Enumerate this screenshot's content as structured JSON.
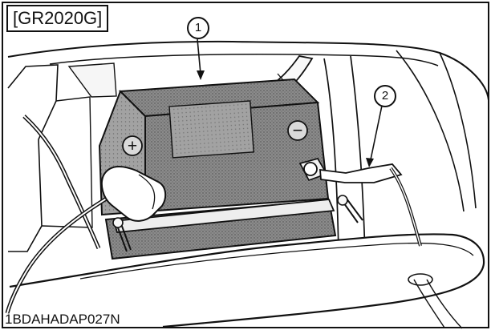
{
  "figure": {
    "model_label": "[GR2020G]",
    "figure_code": "1BDAHADAP027N"
  },
  "callouts": [
    {
      "number": "1",
      "part": "battery"
    },
    {
      "number": "2",
      "part": "negative cable"
    }
  ],
  "terminals": {
    "positive_symbol": "+",
    "negative_symbol": "−"
  },
  "colors": {
    "line": "#111111",
    "battery_fill": "#7a7a7a",
    "background": "#ffffff"
  }
}
